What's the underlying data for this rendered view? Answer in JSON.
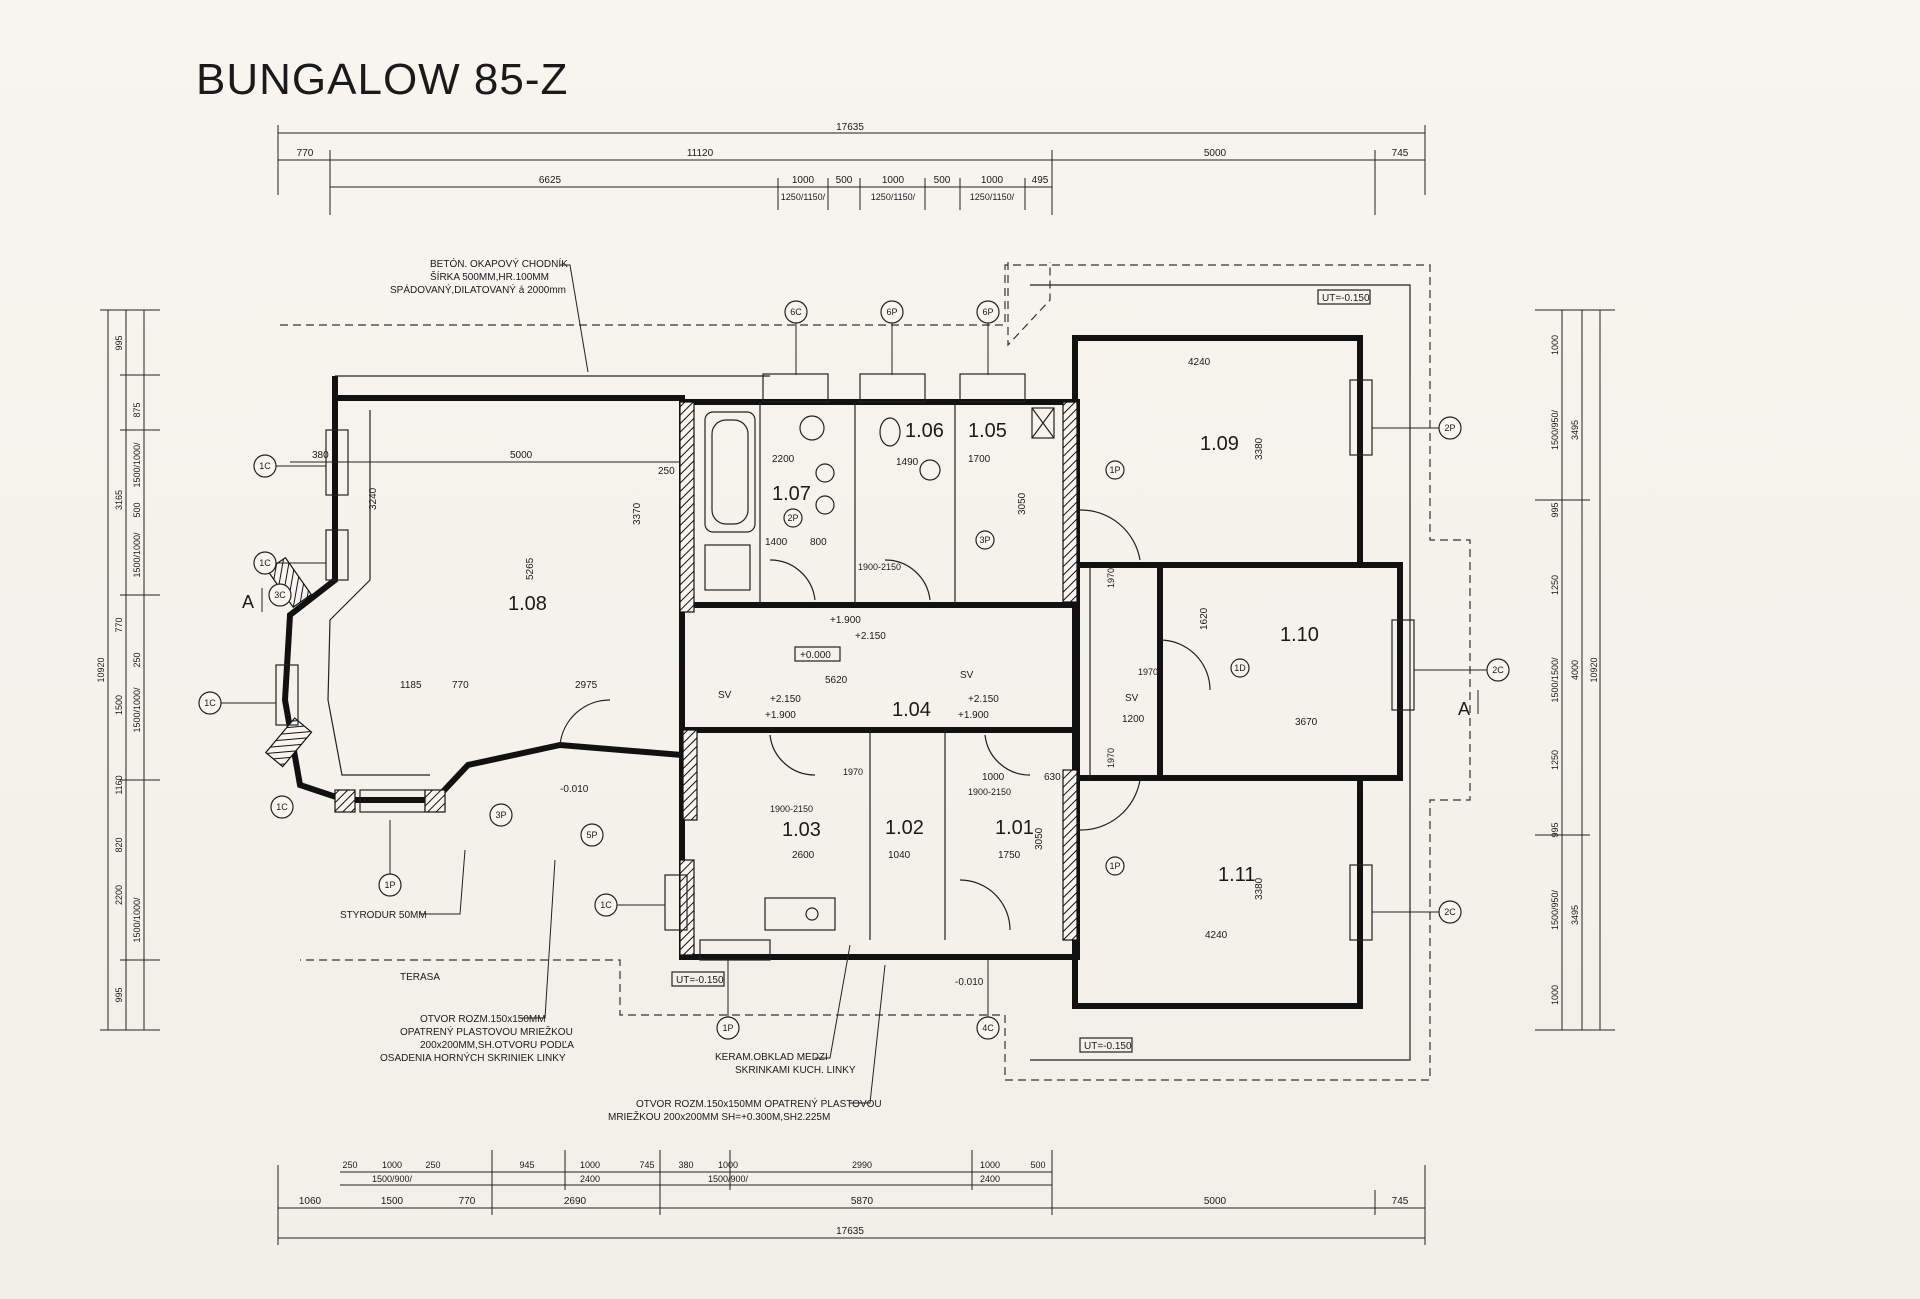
{
  "title": "BUNGALOW 85-Z",
  "rooms": {
    "r101": "1.01",
    "r102": "1.02",
    "r103": "1.03",
    "r104": "1.04",
    "r105": "1.05",
    "r106": "1.06",
    "r107": "1.07",
    "r108": "1.08",
    "r109": "1.09",
    "r110": "1.10",
    "r111": "1.11"
  },
  "top_dims": {
    "total": "17635",
    "a": "770",
    "b": "11120",
    "c": "5000",
    "d": "745",
    "e": "6625",
    "f1": "1000",
    "f2": "500",
    "f3": "1000",
    "f4": "500",
    "f5": "1000",
    "f6": "495",
    "w1": "1250/1150/",
    "w2": "1250/1150/",
    "w3": "1250/1150/"
  },
  "bottom_dims": {
    "a1": "250",
    "a2": "1000",
    "a3": "250",
    "a4": "945",
    "a5": "1000",
    "a6": "745",
    "a7": "380",
    "a8": "1000",
    "a9": "2990",
    "a10": "1000",
    "a11": "500",
    "b1": "1500/900/",
    "b2": "2400",
    "b3": "1500/900/",
    "b4": "2400",
    "c1": "1060",
    "c2": "1500",
    "c3": "770",
    "c4": "2690",
    "c5": "5870",
    "c6": "5000",
    "c7": "745",
    "total": "17635"
  },
  "left_dims": [
    "995",
    "875",
    "3165",
    "1500/1000/",
    "500",
    "1500/1000/",
    "770",
    "250",
    "1500/1000/",
    "1500",
    "1160",
    "820",
    "2200",
    "1500/1000/",
    "995",
    "10920"
  ],
  "right_dims": [
    "1000",
    "1500/950/",
    "3495",
    "995",
    "1250",
    "4000",
    "1500/1500/",
    "1250",
    "995",
    "1500/950/",
    "3495",
    "1000",
    "10920"
  ],
  "interior_dims": {
    "d5000": "5000",
    "d380a": "380",
    "d3240": "3240",
    "d5265": "5265",
    "d3370": "3370",
    "d250": "250",
    "d2200": "2200",
    "d1490": "1490",
    "d1700": "1700",
    "d3050a": "3050",
    "d4240a": "4240",
    "d3380a": "3380",
    "d5620": "5620",
    "d1185": "1185",
    "d770": "770",
    "d2975": "2975",
    "d3670": "3670",
    "d1620": "1620",
    "d2600": "2600",
    "d1040": "1040",
    "d1750": "1750",
    "d3050b": "3050",
    "d4240b": "4240",
    "d3380b": "3380",
    "d1000": "1000",
    "d630": "630",
    "d1400": "1400",
    "d800": "800",
    "d1200": "1200"
  },
  "levels": {
    "ut_top": "UT=-0.150",
    "ut_mid": "UT=-0.150",
    "ut_bottom": "UT=-0.150",
    "zero": "+0.000",
    "l1900a": "+1.900",
    "l2150a": "+2.150",
    "l2150b": "+2.150",
    "l1900b": "+1.900",
    "l2150c": "+2.150",
    "l1900c": "+1.900",
    "lm010a": "-0.010",
    "lm010b": "-0.010"
  },
  "openings": {
    "o1": "1900-2150",
    "o2": "1900-2150",
    "o3": "1900-2150",
    "o4": "1970",
    "o5": "1970",
    "o6": "1970",
    "o7": "1970"
  },
  "markers": {
    "m6c": "6C",
    "m6p1": "6P",
    "m6p2": "6P",
    "m2p": "2P",
    "m2c1": "2C",
    "m2c2": "2C",
    "m1c_a": "1C",
    "m1c_b": "1C",
    "m1c_c": "1C",
    "m1c_d": "1C",
    "m1c_e": "1C",
    "m3c": "3C",
    "m3p": "3P",
    "m5p": "5P",
    "m1p_a": "1P",
    "m1p_b": "1P",
    "m4c": "4C",
    "m2p_small": "2P",
    "m3p_small": "3P",
    "m1p_small": "1P",
    "m1d": "1D",
    "m1p_c": "1P",
    "secA1": "A",
    "secA2": "A"
  },
  "labels": {
    "sv1": "SV",
    "sv2": "SV",
    "sv3": "SV",
    "terasa": "TERASA"
  },
  "notes": {
    "n1_l1": "BETÓN. OKAPOVÝ CHODNÍK",
    "n1_l2": "ŠÍRKA 500MM,HR.100MM",
    "n1_l3": "SPÁDOVANÝ,DILATOVANÝ á 2000mm",
    "n2": "STYRODUR 50MM",
    "n3_l1": "OTVOR ROZM.150x150MM",
    "n3_l2": "OPATRENÝ PLASTOVOU MRIEŽKOU",
    "n3_l3": "200x200MM,SH.OTVORU PODĽA",
    "n3_l4": "OSADENIA HORNÝCH SKRINIEK LINKY",
    "n4_l1": "KERAM.OBKLAD MEDZI",
    "n4_l2": "SKRINKAMI KUCH. LINKY",
    "n5_l1": "OTVOR ROZM.150x150MM OPATRENÝ PLASTOVOU",
    "n5_l2": "MRIEŽKOU 200x200MM         SH=+0.300M,SH2.225M"
  }
}
